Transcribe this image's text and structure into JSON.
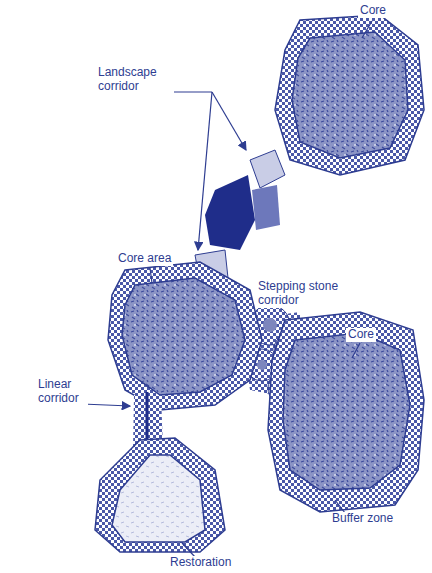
{
  "diagram": {
    "labels": [
      "Core",
      "Landscape corridor",
      "Core area",
      "Stepping stone corridor",
      "Linear corridor",
      "Core",
      "Buffer zone",
      "Restoration"
    ]
  }
}
